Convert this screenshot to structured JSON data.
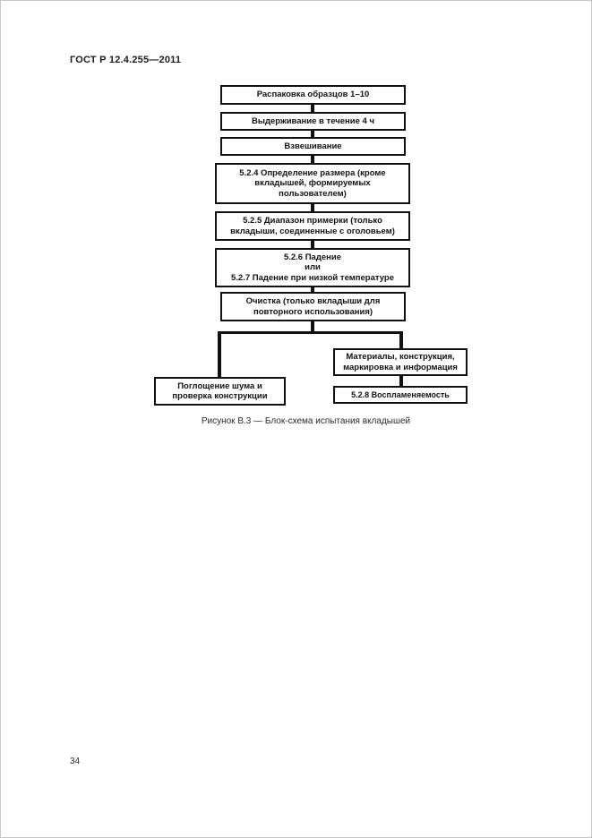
{
  "page": {
    "header": "ГОСТ Р 12.4.255—2011",
    "caption": "Рисунок В.3 — Блок-схема испытания вкладышей",
    "page_number": "34"
  },
  "flowchart": {
    "main_sequence": [
      {
        "label": "Распаковка образцов 1–10"
      },
      {
        "label": "Выдерживание в течение 4 ч"
      },
      {
        "label": "Взвешивание"
      },
      {
        "label": "5.2.4 Определение размера (кроме вкладышей, формируемых пользователем)"
      },
      {
        "label": "5.2.5 Диапазон примерки (только вкладыши, соединенные с оголовьем)"
      },
      {
        "label": "5.2.6 Падение\nили\n5.2.7 Падение при низкой температуре"
      },
      {
        "label": "Очистка (только вкладыши для повторного использования)"
      }
    ],
    "branch_left": {
      "label": "Поглощение шума и проверка конструкции"
    },
    "branch_right": [
      {
        "label": "Материалы, конструкция, маркировка и информация"
      },
      {
        "label": "5.2.8 Воспламеняемость"
      }
    ]
  }
}
